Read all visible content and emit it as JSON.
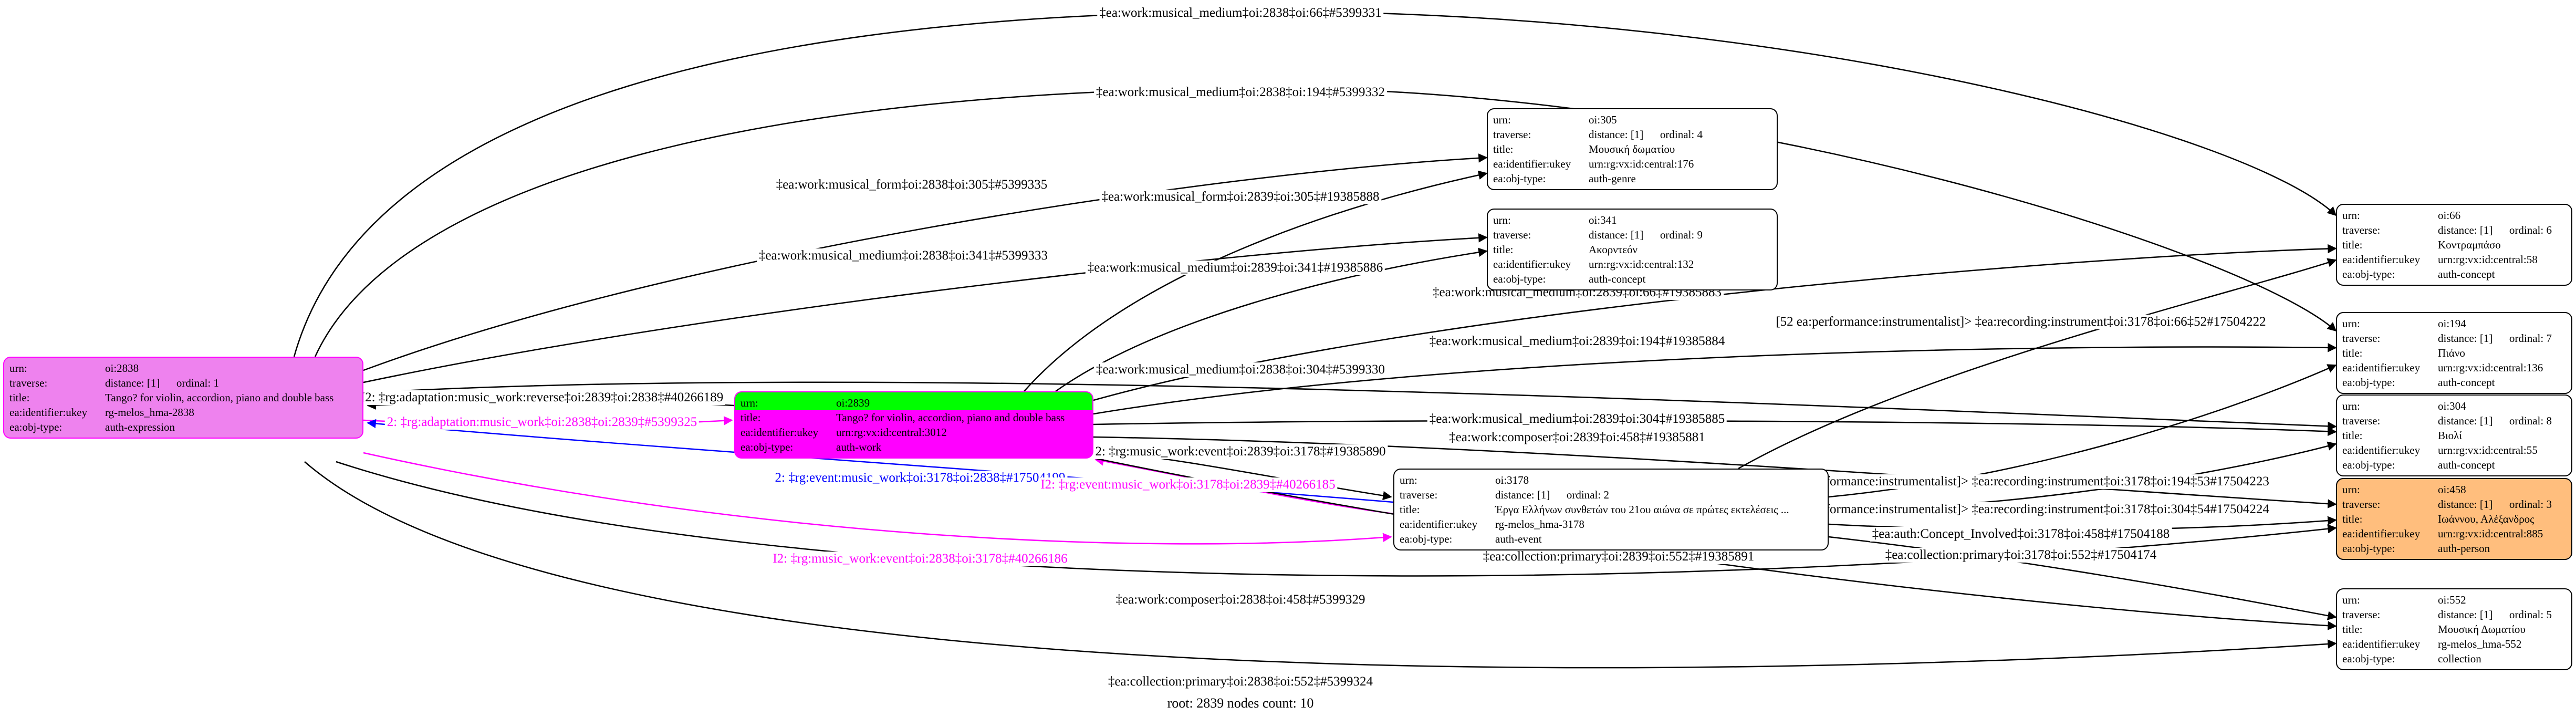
{
  "palette": {
    "edge_black": "#000000",
    "edge_magenta": "#FF00FF",
    "edge_blue": "#0000FF",
    "node_violet": "#EE82EE",
    "node_magenta": "#FF00FF",
    "node_green": "#00FF00",
    "node_orange": "#FFBE7D",
    "node_white": "#FFFFFF"
  },
  "graph": {
    "footer": "root: 2839  nodes count: 10",
    "nodes": {
      "n2838": {
        "id": "oi:2838",
        "rows": [
          {
            "k": "urn:",
            "v": "oi:2838"
          },
          {
            "k": "traverse:",
            "v": "distance: [1]      ordinal: 1"
          },
          {
            "k": "title:",
            "v": "Tango? for violin, accordion, piano and double bass"
          },
          {
            "k": "ea:identifier:ukey",
            "v": "rg-melos_hma-2838"
          },
          {
            "k": "ea:obj-type:",
            "v": "auth-expression"
          }
        ]
      },
      "n2839": {
        "id": "oi:2839",
        "rows": [
          {
            "k": "urn:",
            "v": "oi:2839"
          },
          {
            "k": "title:",
            "v": "Tango? for violin, accordion, piano and double bass"
          },
          {
            "k": "ea:identifier:ukey",
            "v": "urn:rg:vx:id:central:3012"
          },
          {
            "k": "ea:obj-type:",
            "v": "auth-work"
          }
        ]
      },
      "n305": {
        "id": "oi:305",
        "rows": [
          {
            "k": "urn:",
            "v": "oi:305"
          },
          {
            "k": "traverse:",
            "v": "distance: [1]      ordinal: 4"
          },
          {
            "k": "title:",
            "v": "Μουσική δωματίου"
          },
          {
            "k": "ea:identifier:ukey",
            "v": "urn:rg:vx:id:central:176"
          },
          {
            "k": "ea:obj-type:",
            "v": "auth-genre"
          }
        ]
      },
      "n341": {
        "id": "oi:341",
        "rows": [
          {
            "k": "urn:",
            "v": "oi:341"
          },
          {
            "k": "traverse:",
            "v": "distance: [1]      ordinal: 9"
          },
          {
            "k": "title:",
            "v": "Ακορντεόν"
          },
          {
            "k": "ea:identifier:ukey",
            "v": "urn:rg:vx:id:central:132"
          },
          {
            "k": "ea:obj-type:",
            "v": "auth-concept"
          }
        ]
      },
      "n3178": {
        "id": "oi:3178",
        "rows": [
          {
            "k": "urn:",
            "v": "oi:3178"
          },
          {
            "k": "traverse:",
            "v": "distance: [1]      ordinal: 2"
          },
          {
            "k": "title:",
            "v": "Έργα Ελλήνων συνθετών του 21ου αιώνα σε πρώτες εκτελέσεις ..."
          },
          {
            "k": "ea:identifier:ukey",
            "v": "rg-melos_hma-3178"
          },
          {
            "k": "ea:obj-type:",
            "v": "auth-event"
          }
        ]
      },
      "n66": {
        "id": "oi:66",
        "rows": [
          {
            "k": "urn:",
            "v": "oi:66"
          },
          {
            "k": "traverse:",
            "v": "distance: [1]      ordinal: 6"
          },
          {
            "k": "title:",
            "v": "Κοντραμπάσο"
          },
          {
            "k": "ea:identifier:ukey",
            "v": "urn:rg:vx:id:central:58"
          },
          {
            "k": "ea:obj-type:",
            "v": "auth-concept"
          }
        ]
      },
      "n194": {
        "id": "oi:194",
        "rows": [
          {
            "k": "urn:",
            "v": "oi:194"
          },
          {
            "k": "traverse:",
            "v": "distance: [1]      ordinal: 7"
          },
          {
            "k": "title:",
            "v": "Πιάνο"
          },
          {
            "k": "ea:identifier:ukey",
            "v": "urn:rg:vx:id:central:136"
          },
          {
            "k": "ea:obj-type:",
            "v": "auth-concept"
          }
        ]
      },
      "n304": {
        "id": "oi:304",
        "rows": [
          {
            "k": "urn:",
            "v": "oi:304"
          },
          {
            "k": "traverse:",
            "v": "distance: [1]      ordinal: 8"
          },
          {
            "k": "title:",
            "v": "Βιολί"
          },
          {
            "k": "ea:identifier:ukey",
            "v": "urn:rg:vx:id:central:55"
          },
          {
            "k": "ea:obj-type:",
            "v": "auth-concept"
          }
        ]
      },
      "n458": {
        "id": "oi:458",
        "rows": [
          {
            "k": "urn:",
            "v": "oi:458"
          },
          {
            "k": "traverse:",
            "v": "distance: [1]      ordinal: 3"
          },
          {
            "k": "title:",
            "v": "Ιωάννου, Αλέξανδρος"
          },
          {
            "k": "ea:identifier:ukey",
            "v": "urn:rg:vx:id:central:885"
          },
          {
            "k": "ea:obj-type:",
            "v": "auth-person"
          }
        ]
      },
      "n552": {
        "id": "oi:552",
        "rows": [
          {
            "k": "urn:",
            "v": "oi:552"
          },
          {
            "k": "traverse:",
            "v": "distance: [1]      ordinal: 5"
          },
          {
            "k": "title:",
            "v": "Μουσική Δωματίου"
          },
          {
            "k": "ea:identifier:ukey",
            "v": "rg-melos_hma-552"
          },
          {
            "k": "ea:obj-type:",
            "v": "collection"
          }
        ]
      }
    },
    "edges": [
      {
        "from": "oi:2838",
        "to": "oi:66",
        "color": "black",
        "label": "‡ea:work:musical_medium‡oi:2838‡oi:66‡#5399331"
      },
      {
        "from": "oi:2838",
        "to": "oi:194",
        "color": "black",
        "label": "‡ea:work:musical_medium‡oi:2838‡oi:194‡#5399332"
      },
      {
        "from": "oi:2838",
        "to": "oi:305",
        "color": "black",
        "label": "‡ea:work:musical_form‡oi:2838‡oi:305‡#5399335"
      },
      {
        "from": "oi:2839",
        "to": "oi:305",
        "color": "black",
        "label": "‡ea:work:musical_form‡oi:2839‡oi:305‡#19385888"
      },
      {
        "from": "oi:2838",
        "to": "oi:341",
        "color": "black",
        "label": "‡ea:work:musical_medium‡oi:2838‡oi:341‡#5399333"
      },
      {
        "from": "oi:2839",
        "to": "oi:341",
        "color": "black",
        "label": "‡ea:work:musical_medium‡oi:2839‡oi:341‡#19385886"
      },
      {
        "from": "oi:2839",
        "to": "oi:66",
        "color": "black",
        "label": "‡ea:work:musical_medium‡oi:2839‡oi:66‡#19385883"
      },
      {
        "from": "oi:3178",
        "to": "oi:66",
        "color": "black",
        "label": "[52 ea:performance:instrumentalist]> ‡ea:recording:instrument‡oi:3178‡oi:66‡52#17504222"
      },
      {
        "from": "oi:2839",
        "to": "oi:194",
        "color": "black",
        "label": "‡ea:work:musical_medium‡oi:2839‡oi:194‡#19385884"
      },
      {
        "from": "oi:2838",
        "to": "oi:304",
        "color": "black",
        "label": "‡ea:work:musical_medium‡oi:2838‡oi:304‡#5399330"
      },
      {
        "from": "oi:2839",
        "to": "oi:2838",
        "color": "black",
        "label": "I2: ‡rg:adaptation:music_work:reverse‡oi:2839‡oi:2838‡#40266189"
      },
      {
        "from": "oi:2838",
        "to": "oi:2839",
        "color": "magenta",
        "label": "2: ‡rg:adaptation:music_work‡oi:2838‡oi:2839‡#5399325"
      },
      {
        "from": "oi:2839",
        "to": "oi:304",
        "color": "black",
        "label": "‡ea:work:musical_medium‡oi:2839‡oi:304‡#19385885"
      },
      {
        "from": "oi:2839",
        "to": "oi:458",
        "color": "black",
        "label": "‡ea:work:composer‡oi:2839‡oi:458‡#19385881"
      },
      {
        "from": "oi:2839",
        "to": "oi:3178",
        "color": "black",
        "label": "2: ‡rg:music_work:event‡oi:2839‡oi:3178‡#19385890"
      },
      {
        "from": "oi:3178",
        "to": "oi:2838",
        "color": "blue",
        "label": "2: ‡rg:event:music_work‡oi:3178‡oi:2838‡#17504199"
      },
      {
        "from": "oi:3178",
        "to": "oi:2839",
        "color": "magenta",
        "label": "I2: ‡rg:event:music_work‡oi:3178‡oi:2839‡#40266185"
      },
      {
        "from": "oi:3178",
        "to": "oi:194",
        "color": "black",
        "label": "[53 ea:performance:instrumentalist]> ‡ea:recording:instrument‡oi:3178‡oi:194‡53#17504223"
      },
      {
        "from": "oi:3178",
        "to": "oi:304",
        "color": "black",
        "label": "[54 ea:performance:instrumentalist]> ‡ea:recording:instrument‡oi:3178‡oi:304‡54#17504224"
      },
      {
        "from": "oi:3178",
        "to": "oi:458",
        "color": "black",
        "label": "‡ea:auth:Concept_Involved‡oi:3178‡oi:458‡#17504188"
      },
      {
        "from": "oi:3178",
        "to": "oi:552",
        "color": "black",
        "label": "‡ea:collection:primary‡oi:3178‡oi:552‡#17504174"
      },
      {
        "from": "oi:2838",
        "to": "oi:3178",
        "color": "magenta",
        "label": "I2: ‡rg:music_work:event‡oi:2838‡oi:3178‡#40266186"
      },
      {
        "from": "oi:2839",
        "to": "oi:552",
        "color": "black",
        "label": "‡ea:collection:primary‡oi:2839‡oi:552‡#19385891"
      },
      {
        "from": "oi:2838",
        "to": "oi:458",
        "color": "black",
        "label": "‡ea:work:composer‡oi:2838‡oi:458‡#5399329"
      },
      {
        "from": "oi:2838",
        "to": "oi:552",
        "color": "black",
        "label": "‡ea:collection:primary‡oi:2838‡oi:552‡#5399324"
      }
    ]
  }
}
